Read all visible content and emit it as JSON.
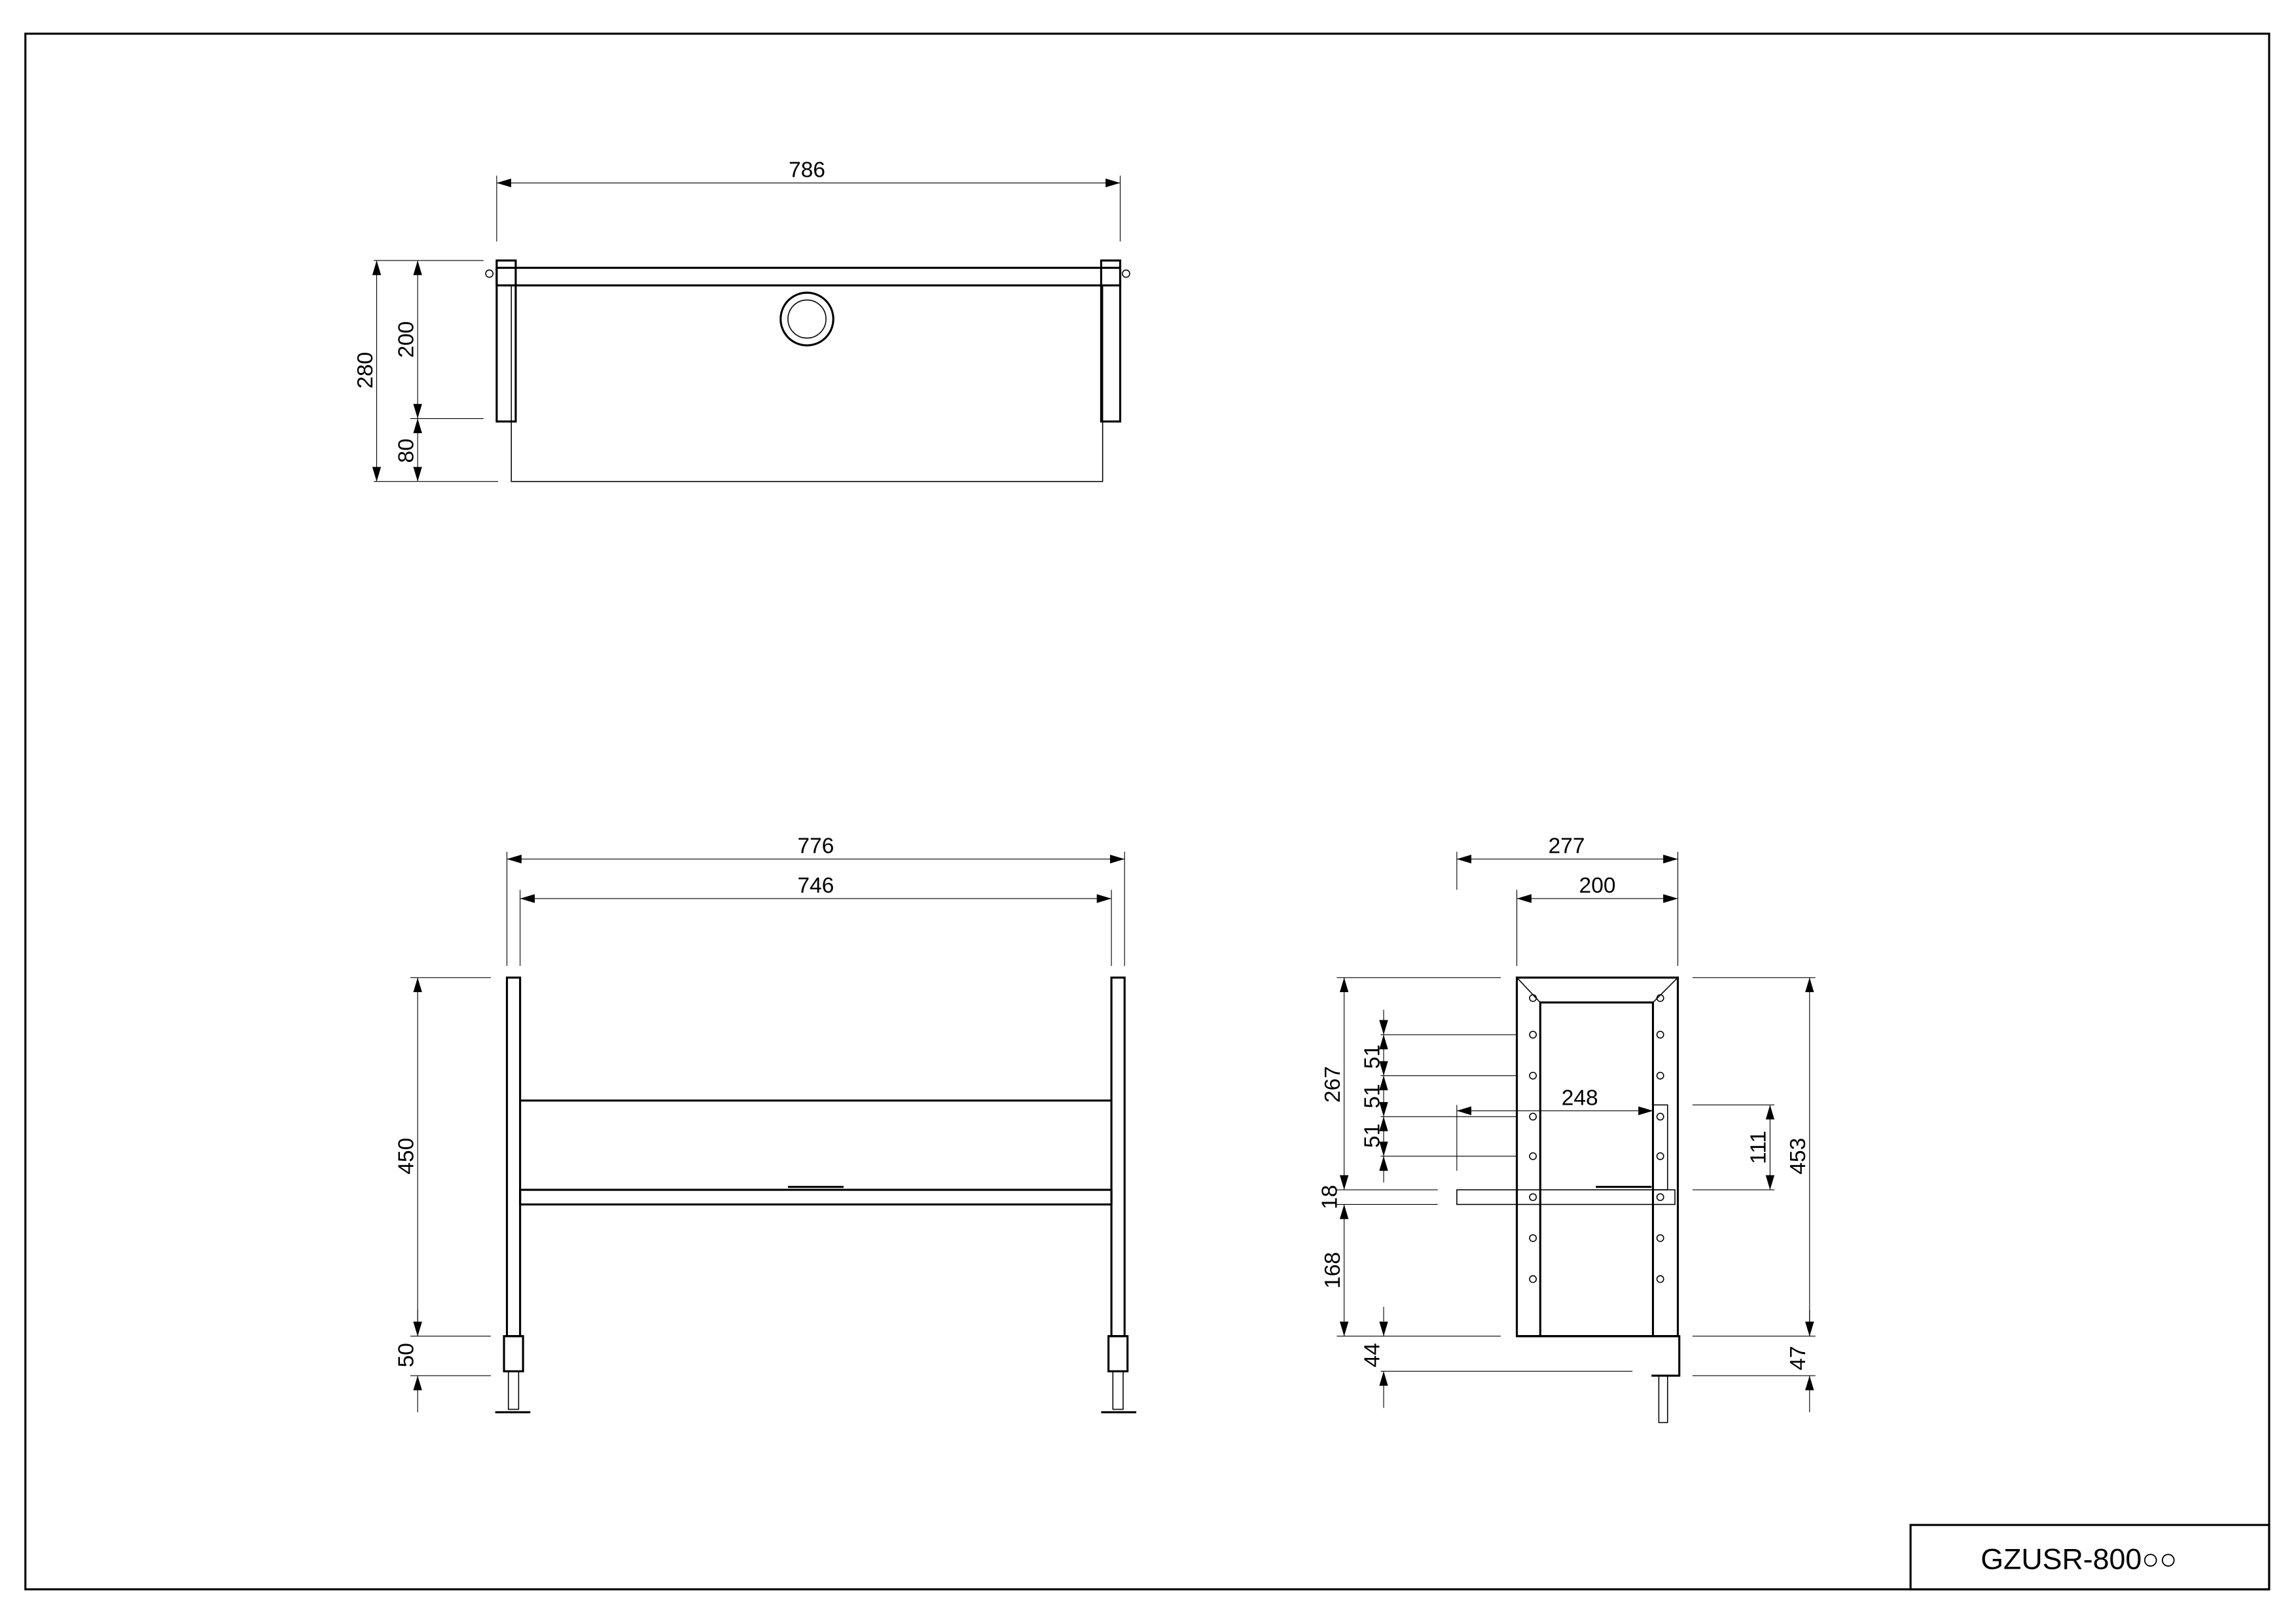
{
  "title_block": {
    "model": "GZUSR-800○○"
  },
  "top_view": {
    "width": "786",
    "depth_total": "280",
    "depth_upper": "200",
    "depth_lower": "80"
  },
  "front_view": {
    "outer_width": "776",
    "inner_width": "746",
    "height": "450",
    "clamp": "50"
  },
  "side_view": {
    "depth_total": "277",
    "depth_inner": "200",
    "upper": "267",
    "pitch_1": "51",
    "pitch_2": "51",
    "pitch_3": "51",
    "shelf_thickness": "18",
    "lower": "168",
    "clamp_left": "44",
    "shelf_depth": "248",
    "bracket": "111",
    "height": "453",
    "clamp_right": "47"
  }
}
